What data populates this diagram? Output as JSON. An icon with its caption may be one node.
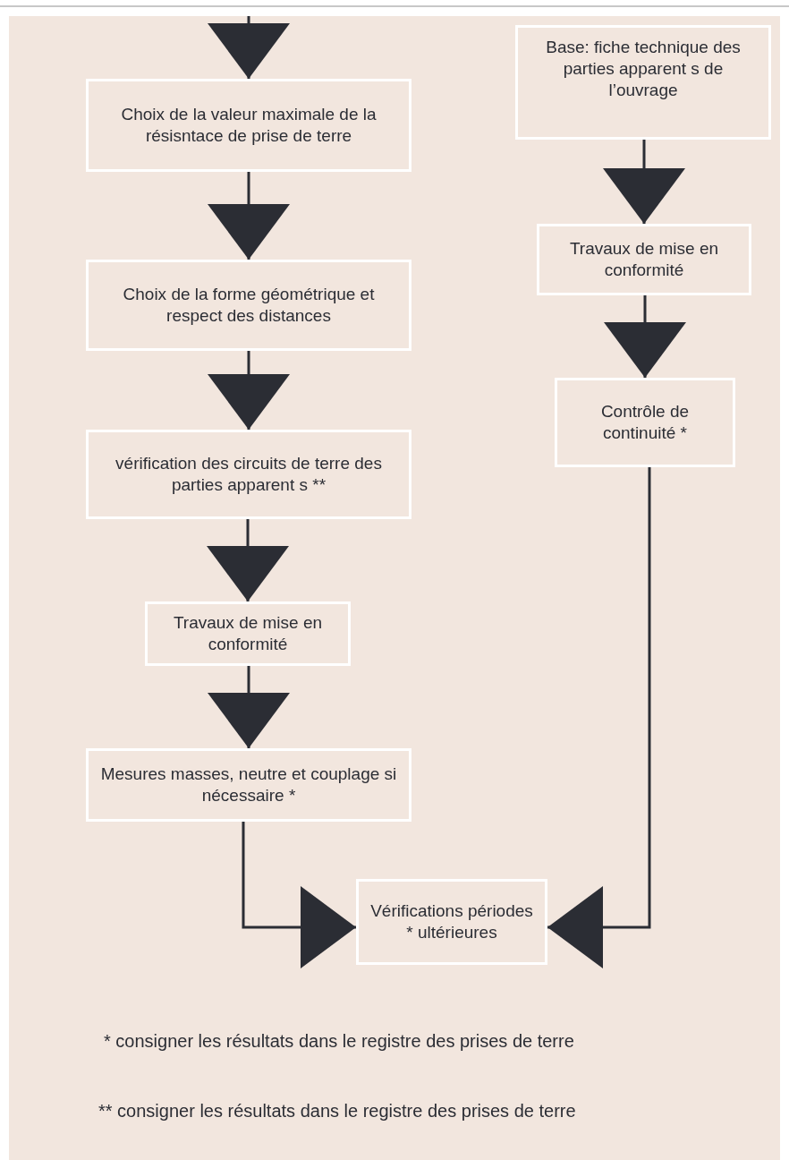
{
  "diagram": {
    "nodes": [
      {
        "text": [
          "Choix de la valeur maximale de la résisntace de prise de terre"
        ]
      },
      {
        "text": [
          "Choix de la forme géométrique et respect des distances"
        ]
      },
      {
        "text": [
          "vérification des circuits de terre des parties apparent s **"
        ]
      },
      {
        "text": [
          "Travaux de mise en conformité"
        ]
      },
      {
        "text": [
          "Mesures masses, neutre et couplage si nécessaire *"
        ]
      },
      {
        "text": [
          "Vérifications périodes * ultérieures"
        ]
      },
      {
        "text": [
          "Base: fiche technique des parties apparent s de l’ouvrage"
        ]
      },
      {
        "text": [
          "Travaux de mise en conformité"
        ]
      },
      {
        "text": [
          "Contrôle de continuité *"
        ]
      }
    ],
    "edges": [
      {
        "from": null,
        "to": 0,
        "arrow": "to"
      },
      {
        "from": 0,
        "to": 1,
        "arrow": "to"
      },
      {
        "from": 1,
        "to": 2,
        "arrow": "to"
      },
      {
        "from": 2,
        "to": 3,
        "arrow": "to"
      },
      {
        "from": 3,
        "to": 4,
        "arrow": "to"
      },
      {
        "from": 4,
        "to": 5,
        "arrow": "to"
      },
      {
        "from": 6,
        "to": 7,
        "arrow": "to"
      },
      {
        "from": 7,
        "to": 8,
        "arrow": "to"
      },
      {
        "from": 8,
        "to": 5,
        "arrow": "to"
      }
    ],
    "labels": [
      "* consigner les résultats dans le registre des prises de terre",
      "** consigner les résultats dans le registre des prises de terre"
    ]
  }
}
